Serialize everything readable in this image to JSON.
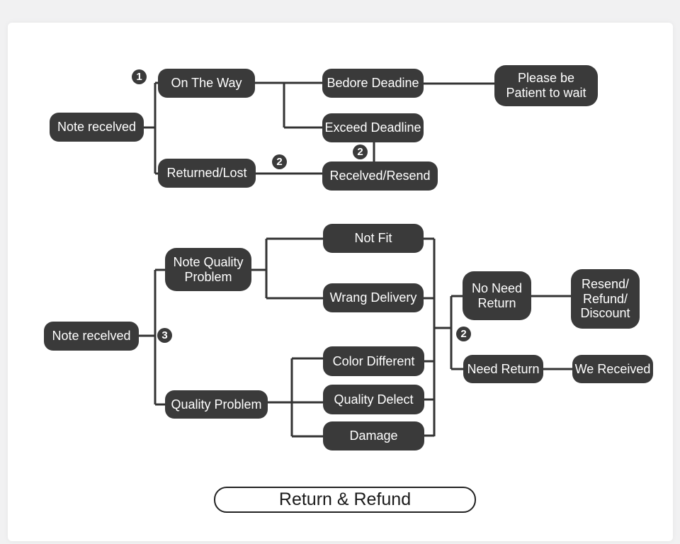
{
  "colors": {
    "page_bg": "#f1f1f2",
    "panel_bg": "#ffffff",
    "node_fill": "#3a3a3a",
    "node_text": "#ffffff",
    "line": "#333333",
    "title_text": "#1a1a1a",
    "title_border": "#222222"
  },
  "flow1": {
    "note_received": "Note recelved",
    "on_the_way": "On The Way",
    "returned_lost": "Returned/Lost",
    "before_deadline": "Bedore Deadine",
    "exceed_deadline": "Exceed Deadline",
    "received_resend": "Recelved/Resend",
    "please_wait": "Please be\nPatient to wait",
    "badge_on_the_way": "1",
    "badge_returned": "2",
    "badge_exceed": "2"
  },
  "flow2": {
    "note_received": "Note recelved",
    "note_quality_problem": "Note Quality\nProblem",
    "quality_problem": "Quality Problem",
    "not_fit": "Not Fit",
    "wrong_delivery": "Wrang Delivery",
    "color_different": "Color Different",
    "quality_defect": "Quality Delect",
    "damage": "Damage",
    "no_need_return": "No Need\nReturn",
    "resend_refund_discount": "Resend/\nRefund/\nDiscount",
    "need_return": "Need Return",
    "we_received": "We Received",
    "badge_note_received": "3",
    "badge_branch": "2"
  },
  "title_label": "Return & Refund"
}
